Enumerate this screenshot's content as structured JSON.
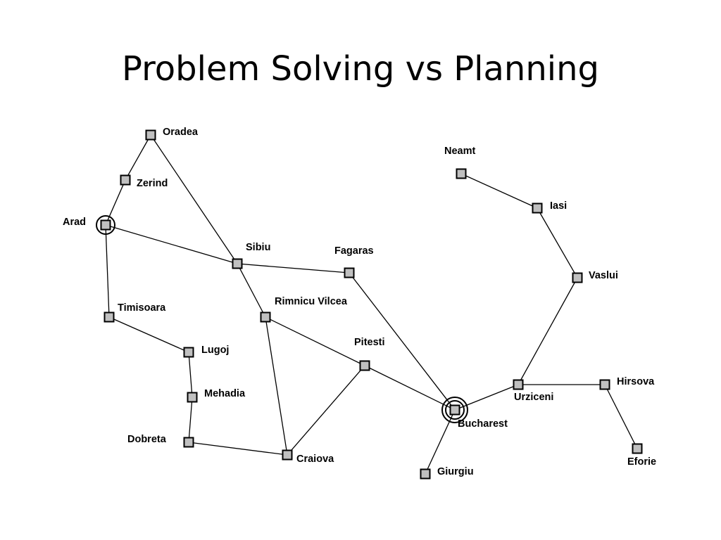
{
  "title": "Problem Solving vs Planning",
  "map": {
    "cities": [
      {
        "id": "oradea",
        "label": "Oradea"
      },
      {
        "id": "zerind",
        "label": "Zerind"
      },
      {
        "id": "arad",
        "label": "Arad",
        "marker": "start"
      },
      {
        "id": "sibiu",
        "label": "Sibiu"
      },
      {
        "id": "fagaras",
        "label": "Fagaras"
      },
      {
        "id": "timisoara",
        "label": "Timisoara"
      },
      {
        "id": "rimnicu-vilcea",
        "label": "Rimnicu Vilcea"
      },
      {
        "id": "lugoj",
        "label": "Lugoj"
      },
      {
        "id": "pitesti",
        "label": "Pitesti"
      },
      {
        "id": "mehadia",
        "label": "Mehadia"
      },
      {
        "id": "dobreta",
        "label": "Dobreta"
      },
      {
        "id": "craiova",
        "label": "Craiova"
      },
      {
        "id": "neamt",
        "label": "Neamt"
      },
      {
        "id": "iasi",
        "label": "Iasi"
      },
      {
        "id": "vaslui",
        "label": "Vaslui"
      },
      {
        "id": "urziceni",
        "label": "Urziceni"
      },
      {
        "id": "hirsova",
        "label": "Hirsova"
      },
      {
        "id": "bucharest",
        "label": "Bucharest",
        "marker": "goal"
      },
      {
        "id": "giurgiu",
        "label": "Giurgiu"
      },
      {
        "id": "eforie",
        "label": "Eforie"
      }
    ],
    "roads": [
      [
        "oradea",
        "zerind"
      ],
      [
        "oradea",
        "sibiu"
      ],
      [
        "zerind",
        "arad"
      ],
      [
        "arad",
        "sibiu"
      ],
      [
        "arad",
        "timisoara"
      ],
      [
        "timisoara",
        "lugoj"
      ],
      [
        "lugoj",
        "mehadia"
      ],
      [
        "mehadia",
        "dobreta"
      ],
      [
        "dobreta",
        "craiova"
      ],
      [
        "sibiu",
        "fagaras"
      ],
      [
        "sibiu",
        "rimnicu-vilcea"
      ],
      [
        "rimnicu-vilcea",
        "craiova"
      ],
      [
        "rimnicu-vilcea",
        "pitesti"
      ],
      [
        "craiova",
        "pitesti"
      ],
      [
        "pitesti",
        "bucharest"
      ],
      [
        "fagaras",
        "bucharest"
      ],
      [
        "bucharest",
        "giurgiu"
      ],
      [
        "bucharest",
        "urziceni"
      ],
      [
        "urziceni",
        "hirsova"
      ],
      [
        "hirsova",
        "eforie"
      ],
      [
        "urziceni",
        "vaslui"
      ],
      [
        "vaslui",
        "iasi"
      ],
      [
        "iasi",
        "neamt"
      ]
    ],
    "colors": {
      "node_fill": "#c0c0c0",
      "line": "#000000"
    }
  }
}
